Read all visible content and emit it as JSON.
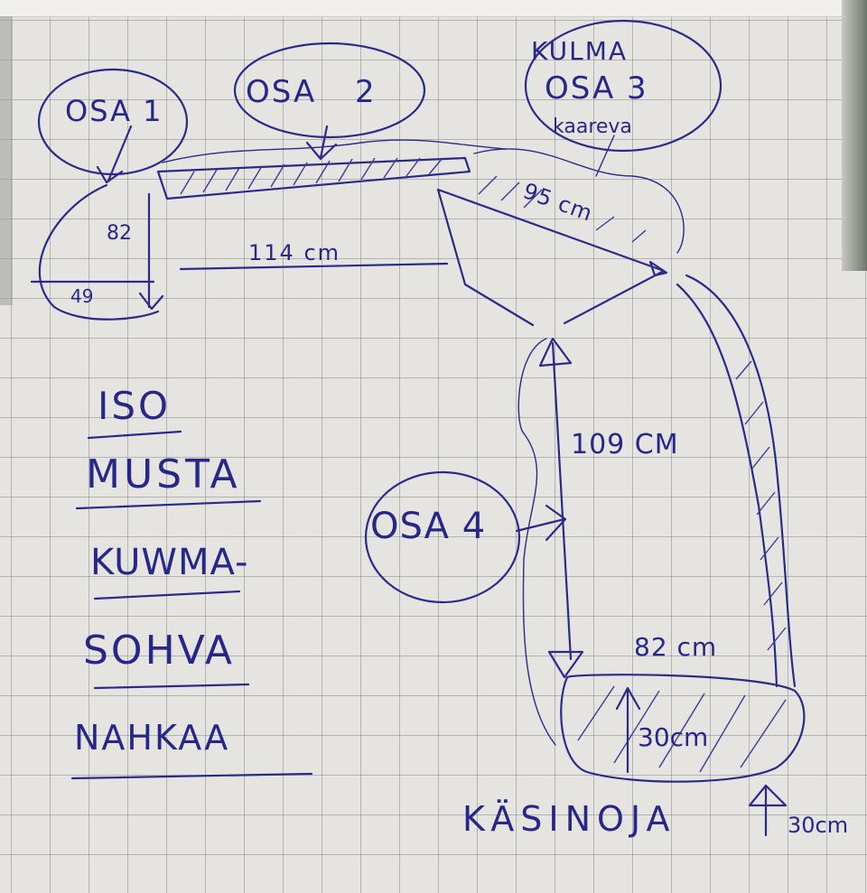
{
  "title_block": {
    "lines": [
      "ISO",
      "MUSTA",
      "KUWMA-",
      "SOHVA",
      "NAHKAA"
    ]
  },
  "parts": {
    "osa1": {
      "label": "OSA 1",
      "depth": "82",
      "width": "49"
    },
    "osa2": {
      "label": "OSA 2",
      "length": "114 cm"
    },
    "osa3": {
      "label_line1": "KULMA",
      "label_line2": "OSA 3",
      "label_line3": "kaareva",
      "length": "95 cm"
    },
    "osa4": {
      "label": "OSA 4",
      "length": "109 CM"
    },
    "armrest": {
      "label": "KÄSINOJA",
      "width": "82 cm",
      "depth": "30cm",
      "height": "30cm"
    }
  },
  "colors": {
    "ink": "#2b2a8c",
    "paper": "#e6e4e0",
    "grid": "#8a8a90"
  }
}
